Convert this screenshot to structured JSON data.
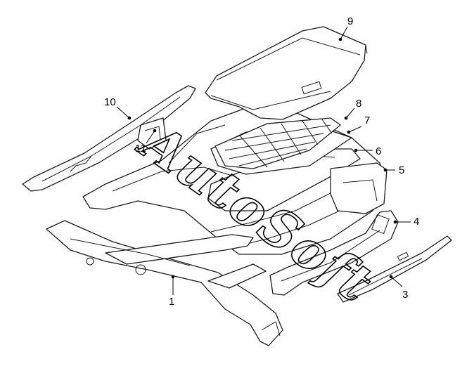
{
  "watermark": {
    "text": "AutoSoft",
    "stroke_color": "#000000"
  },
  "callouts": [
    {
      "number": "1"
    },
    {
      "number": "3"
    },
    {
      "number": "4"
    },
    {
      "number": "5"
    },
    {
      "number": "6"
    },
    {
      "number": "7"
    },
    {
      "number": "8"
    },
    {
      "number": "9"
    },
    {
      "number": "10"
    },
    {
      "number": "11"
    }
  ],
  "colors": {
    "line": "#1a1a1a",
    "background": "#ffffff"
  }
}
